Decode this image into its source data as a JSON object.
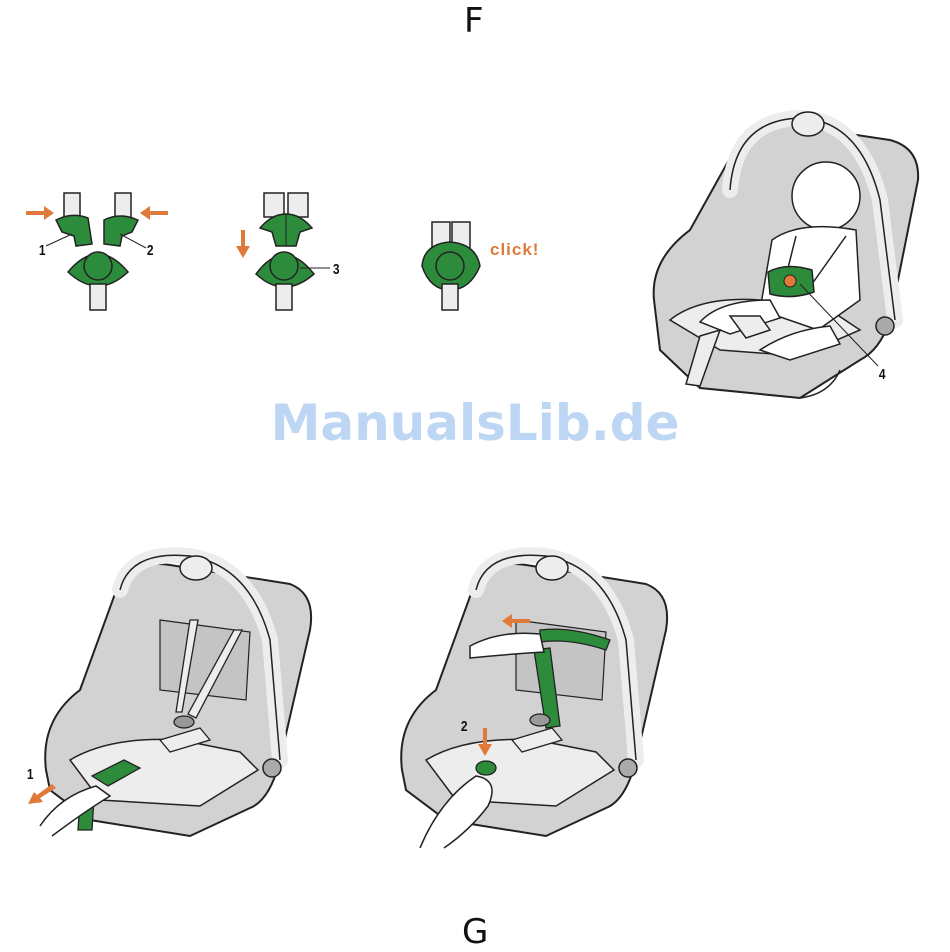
{
  "sections": {
    "top": "F",
    "bottom": "G"
  },
  "callouts": {
    "buckle_tongue_left": "1",
    "buckle_tongue_right": "2",
    "buckle_lock": "3",
    "chest_clip": "4",
    "pull_strap": "1",
    "press_release": "2"
  },
  "click_text": "click!",
  "watermark": "ManualsLib.de",
  "colors": {
    "buckle_green": "#2d8c3c",
    "arrow_orange": "#e07a3a",
    "shell_grey": "#d2d2d2",
    "shell_light": "#ededed",
    "outline": "#222222",
    "watermark": "#bcd6f3"
  }
}
